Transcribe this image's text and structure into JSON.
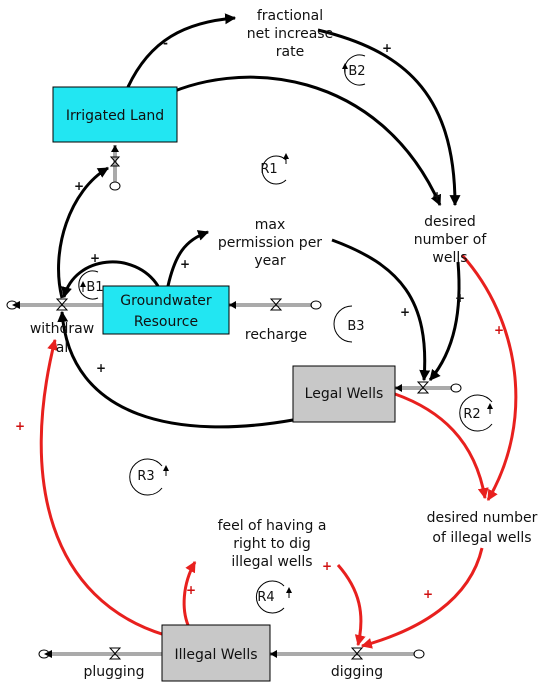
{
  "colors": {
    "stock_cyan": "#22e6f2",
    "stock_gray": "#c8c8c8",
    "link_black": "#000000",
    "link_red": "#e8201e",
    "sign_red": "#d01010"
  },
  "stocks": {
    "irrigated_land": "Irrigated Land",
    "groundwater_line1": "Groundwater",
    "groundwater_line2": "Resource",
    "legal_wells": "Legal Wells",
    "illegal_wells": "Illegal Wells"
  },
  "flows": {
    "withdrawal_line1": "withdraw",
    "withdrawal_line2": "al",
    "recharge": "recharge",
    "plugging": "plugging",
    "digging": "digging"
  },
  "variables": {
    "fractional_rate": [
      "fractional",
      "net increase",
      "rate"
    ],
    "desired_wells": [
      "desired",
      "number of",
      "wells"
    ],
    "max_permission": [
      "max",
      "permission per",
      "year"
    ],
    "desired_illegal": [
      "desired number",
      "of illegal wells"
    ],
    "feel_of_right": [
      "feel of having a",
      "right to dig",
      "illegal wells"
    ]
  },
  "loops": {
    "r1": "R1",
    "b2": "B2",
    "b1": "B1",
    "b3": "B3",
    "r2": "R2",
    "r3": "R3",
    "r4": "R4"
  },
  "signs": {
    "plus": "+",
    "minus": "-"
  }
}
